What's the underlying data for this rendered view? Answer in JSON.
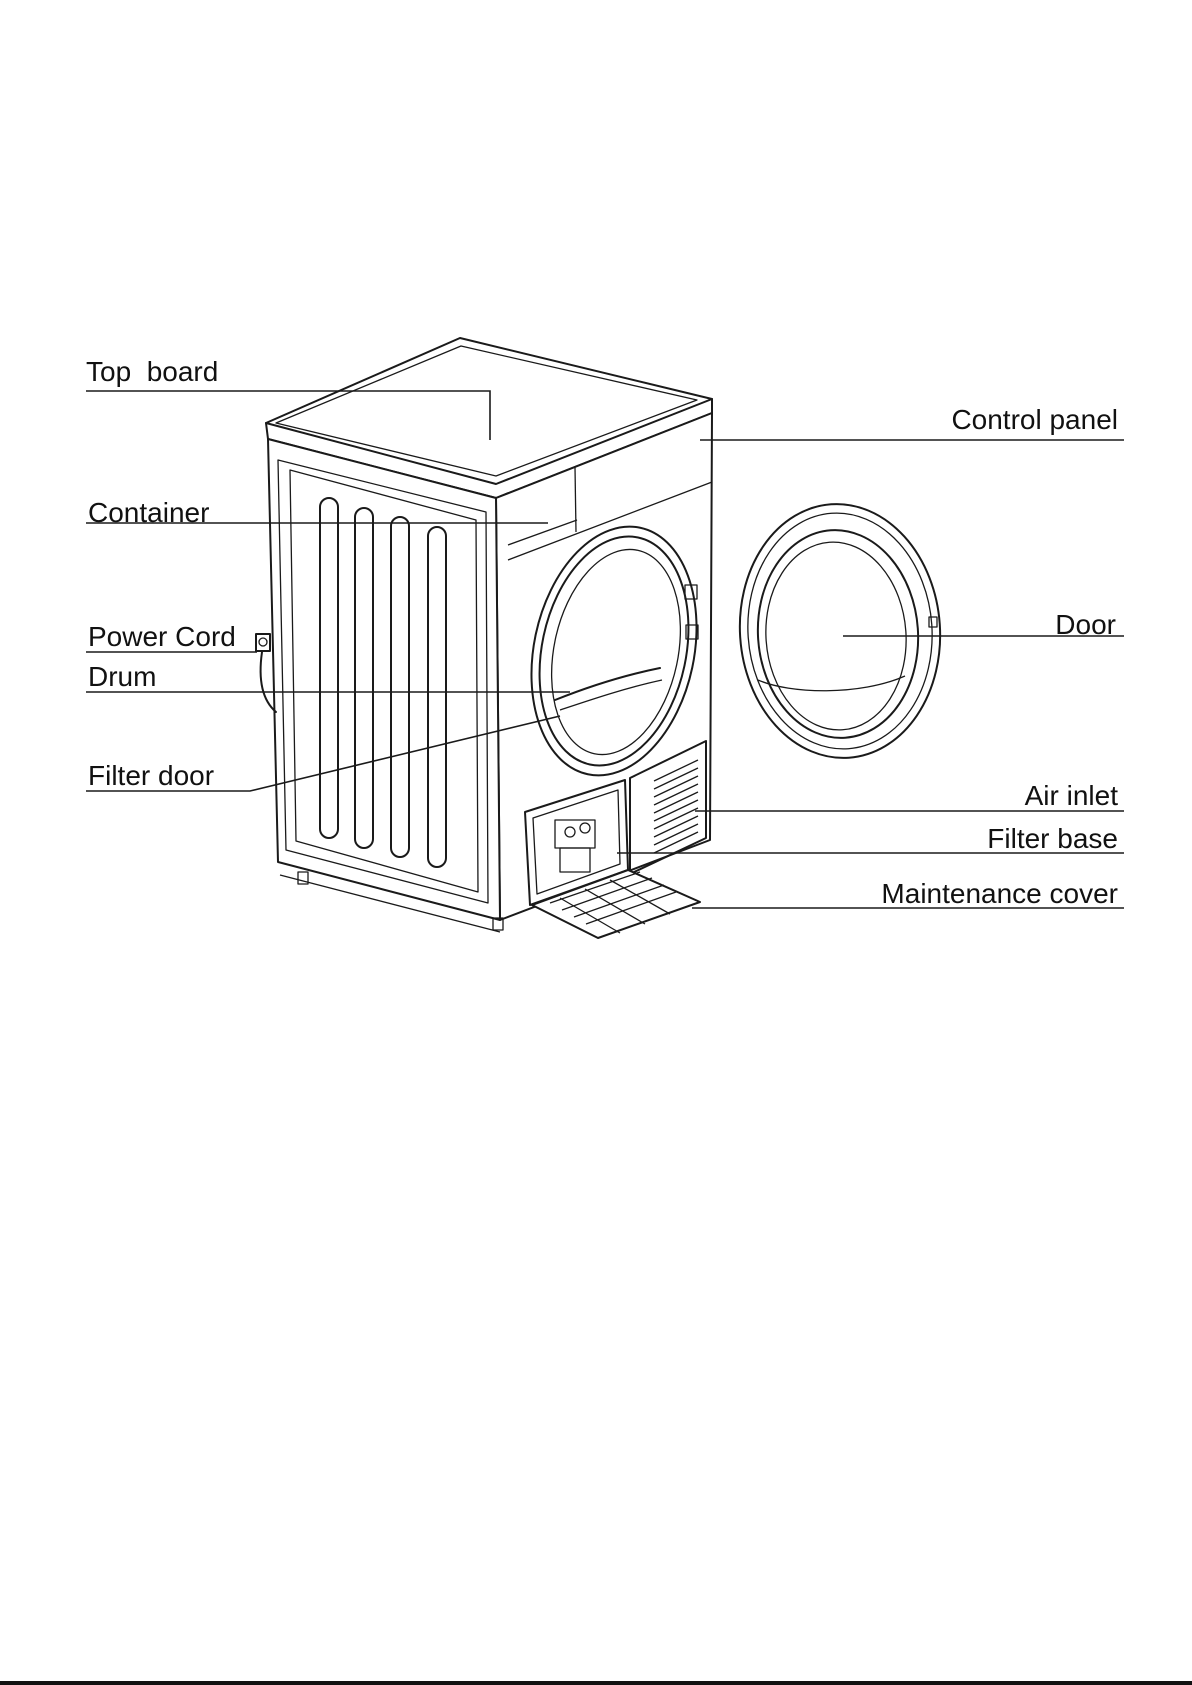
{
  "labels": {
    "top_board": "Top  board",
    "container": "Container",
    "power_cord": "Power Cord",
    "drum": "Drum",
    "filter_door": "Filter door",
    "control_panel": "Control panel",
    "door": "Door",
    "air_inlet": "Air inlet",
    "filter_base": "Filter base",
    "maintenance_cover": "Maintenance cover"
  }
}
